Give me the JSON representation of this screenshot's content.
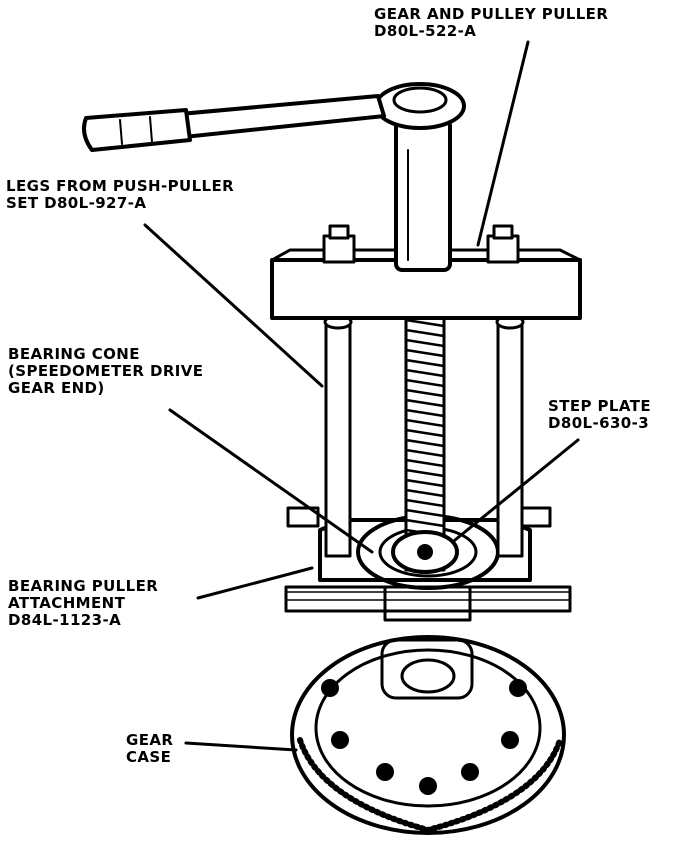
{
  "callouts": {
    "gear_pulley_puller": {
      "line1": "GEAR AND PULLEY PULLER",
      "line2": "D80L-522-A"
    },
    "legs_push_puller": {
      "line1": "LEGS FROM PUSH-PULLER",
      "line2": "SET D80L-927-A"
    },
    "bearing_cone": {
      "line1": "BEARING CONE",
      "line2": "(SPEEDOMETER DRIVE",
      "line3": "GEAR END)"
    },
    "step_plate": {
      "line1": "STEP PLATE",
      "line2": "D80L-630-3"
    },
    "bearing_puller_attachment": {
      "line1": "BEARING PULLER",
      "line2": "ATTACHMENT",
      "line3": "D84L-1123-A"
    },
    "gear_case": {
      "line1": "GEAR",
      "line2": "CASE"
    }
  },
  "colors": {
    "ink": "#000000",
    "paper": "#ffffff"
  }
}
